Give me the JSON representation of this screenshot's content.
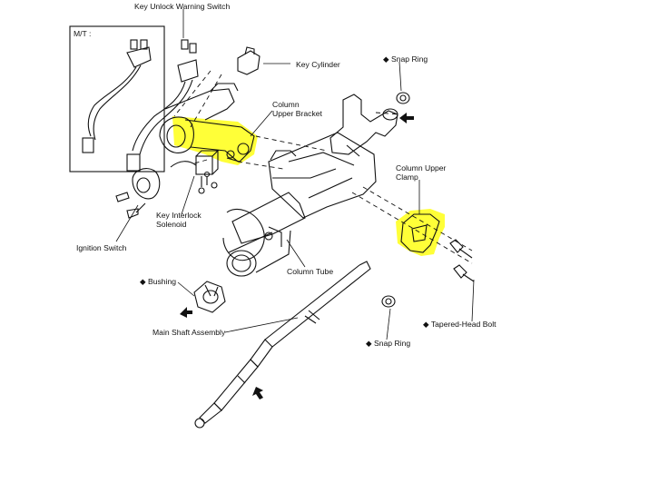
{
  "labels": {
    "key_unlock_warning_switch": "Key Unlock Warning Switch",
    "mt": "M/T :",
    "key_cylinder": "Key Cylinder",
    "snap_ring_top": "◆ Snap Ring",
    "column_upper_bracket_1": "Column",
    "column_upper_bracket_2": "Upper Bracket",
    "column_upper_clamp_1": "Column Upper",
    "column_upper_clamp_2": "Clamp",
    "key_interlock_solenoid_1": "Key Interlock",
    "key_interlock_solenoid_2": "Solenoid",
    "ignition_switch": "Ignition Switch",
    "column_tube": "Column Tube",
    "bushing": "◆ Bushing",
    "tapered_head_bolt": "◆ Tapered-Head Bolt",
    "main_shaft_assembly": "Main Shaft Assembly",
    "snap_ring_bottom": "◆ Snap Ring"
  },
  "colors": {
    "highlight": "#ffff00",
    "line": "#111111",
    "background": "#ffffff"
  },
  "icons": {
    "arrow": "filled-arrow-icon"
  }
}
